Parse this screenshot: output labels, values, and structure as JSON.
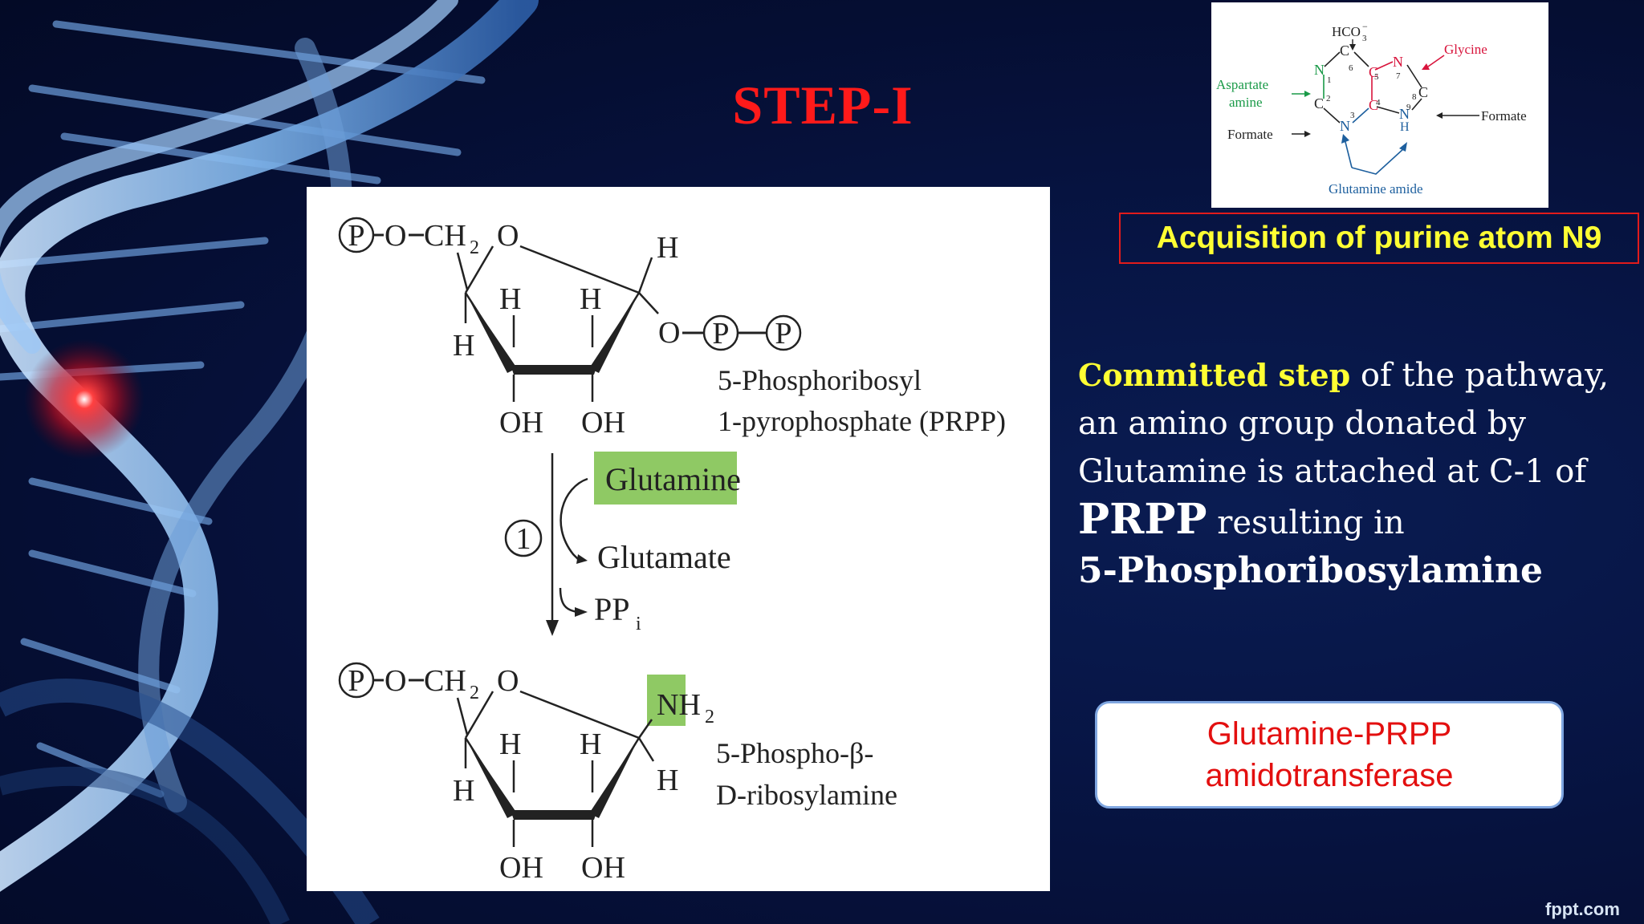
{
  "slide": {
    "title": "STEP-I",
    "acquisition_label": "Acquisition of purine atom N9",
    "description": {
      "highlight": "Committed step",
      "line1_rest": " of the pathway,",
      "line2": "an amino group donated by",
      "line3": "Glutamine is attached at C-1 of",
      "emph1": "PRPP",
      "line4_rest": " resulting  in",
      "emph2": "5-Phosphoribosylamine"
    },
    "enzyme": {
      "line1": "Glutamine-PRPP",
      "line2": "amidotransferase"
    },
    "credit": "fppt.com"
  },
  "reaction": {
    "phosphate": "P",
    "oxygen": "O",
    "hydrogen": "H",
    "hydroxyl": "OH",
    "ch2_base": "CH",
    "subscript_2": "2",
    "nh2_base": "NH",
    "prpp_name_line1": "5-Phosphoribosyl",
    "prpp_name_line2": "1-pyrophosphate (PRPP)",
    "step_number": "1",
    "glutamine": "Glutamine",
    "glutamate": "Glutamate",
    "ppi_base": "PP",
    "ppi_sub": "i",
    "product_name_line1": "5-Phospho-β-",
    "product_name_line2": "D-ribosylamine",
    "highlight_color": "#8fc964"
  },
  "purine": {
    "hco3": "HCO",
    "hco3_sub": "3",
    "hco3_sup": "−",
    "glycine": "Glycine",
    "aspartate_line1": "Aspartate",
    "aspartate_line2": "amine",
    "formate": "Formate",
    "glutamine_amide": "Glutamine amide",
    "atom_N": "N",
    "atom_C": "C",
    "atom_H": "H",
    "num_1": "1",
    "num_2": "2",
    "num_3": "3",
    "num_4": "4",
    "num_5": "5",
    "num_6": "6",
    "num_7": "7",
    "num_8": "8",
    "num_9": "9",
    "colors": {
      "green": "#1a9a48",
      "red": "#d8143c",
      "blue": "#1d5f9e",
      "black": "#222222"
    }
  },
  "colors": {
    "title": "#ff1a1a",
    "accent_yellow": "#ffff33",
    "border_red": "#e21b1b",
    "enzyme_text": "#e30f0f",
    "background": "#06113f"
  }
}
